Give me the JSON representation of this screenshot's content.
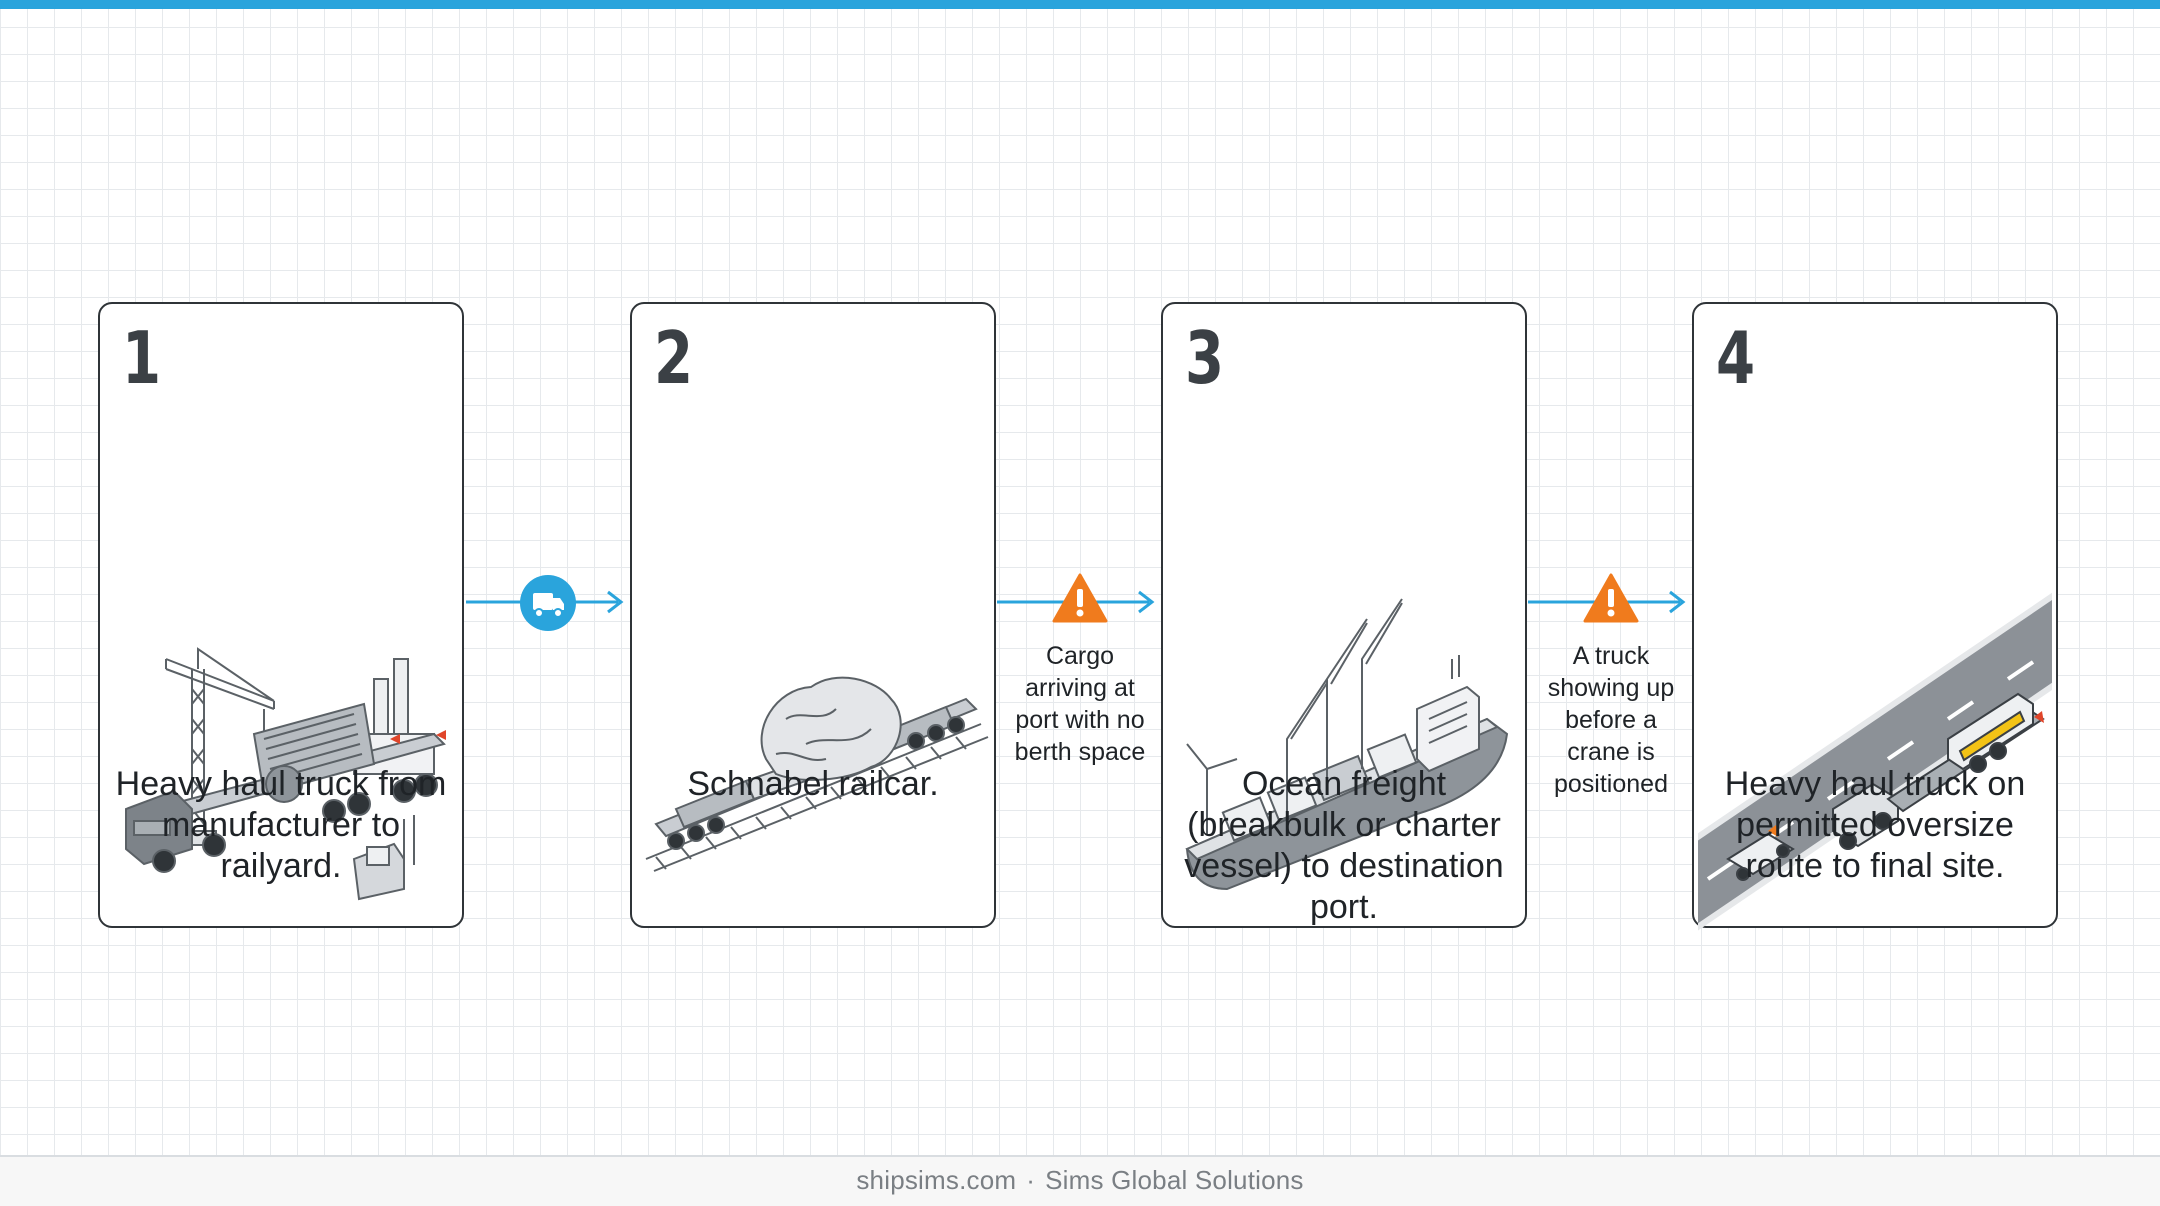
{
  "steps": [
    {
      "number": "1",
      "caption": "Heavy haul truck from manufacturer to railyard."
    },
    {
      "number": "2",
      "caption": "Schnabel railcar."
    },
    {
      "number": "3",
      "caption": "Ocean freight (breakbulk or charter vessel) to destination port."
    },
    {
      "number": "4",
      "caption": "Heavy haul truck on permitted oversize route to final site."
    }
  ],
  "connectors": [
    {
      "marker": "truck-icon",
      "note": ""
    },
    {
      "marker": "warning-icon",
      "note": "Cargo arriving at port with no berth space"
    },
    {
      "marker": "warning-icon",
      "note": "A truck showing up before a crane is positioned"
    }
  ],
  "footer": {
    "site": "shipsims.com",
    "separator": "·",
    "company": "Sims Global Solutions"
  },
  "colors": {
    "accent": "#2aa4dc",
    "warning": "#f07b1d",
    "border": "#2f3438"
  }
}
